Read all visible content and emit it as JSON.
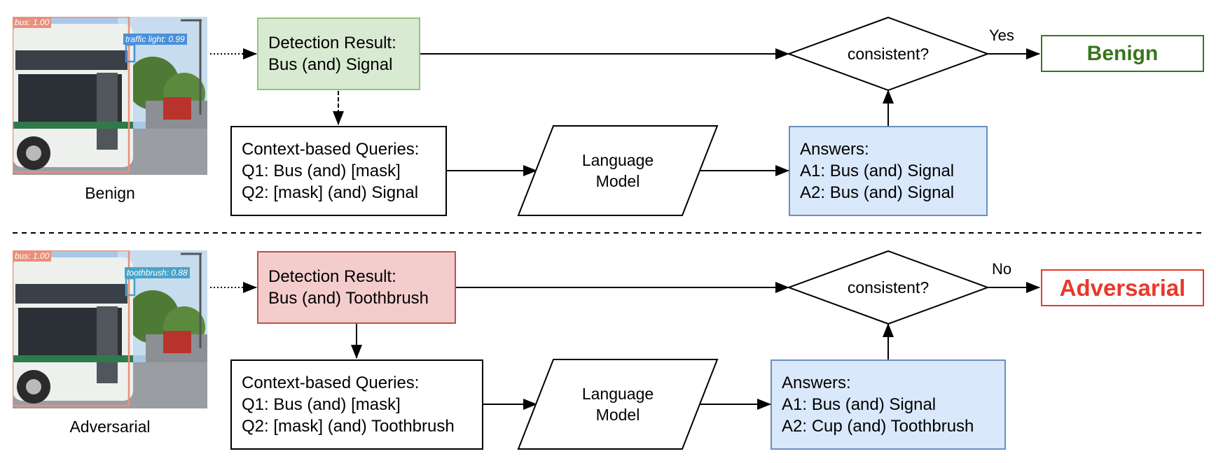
{
  "benign_row": {
    "image_caption": "Benign",
    "image_tags": {
      "bus": "bus: 1.00",
      "object": "traffic light: 0.99"
    },
    "detection": {
      "title": "Detection Result:",
      "text": "Bus (and) Signal"
    },
    "queries": {
      "title": "Context-based Queries:",
      "q1": "Q1: Bus (and) [mask]",
      "q2": "Q2: [mask] (and) Signal"
    },
    "language_model": {
      "line1": "Language",
      "line2": "Model"
    },
    "answers": {
      "title": "Answers:",
      "a1": "A1: Bus (and) Signal",
      "a2": "A2: Bus (and) Signal"
    },
    "decision": "consistent?",
    "edge_label": "Yes",
    "result": "Benign",
    "result_color": "#38761d"
  },
  "adversarial_row": {
    "image_caption": "Adversarial",
    "image_tags": {
      "bus": "bus: 1.00",
      "object": "toothbrush: 0.88"
    },
    "detection": {
      "title": "Detection Result:",
      "text": "Bus (and) Toothbrush"
    },
    "queries": {
      "title": "Context-based Queries:",
      "q1": "Q1: Bus (and) [mask]",
      "q2": "Q2: [mask] (and) Toothbrush"
    },
    "language_model": {
      "line1": "Language",
      "line2": "Model"
    },
    "answers": {
      "title": "Answers:",
      "a1": "A1: Bus (and) Signal",
      "a2": "A2: Cup (and) Toothbrush"
    },
    "decision": "consistent?",
    "edge_label": "No",
    "result": "Adversarial",
    "result_color": "#e8392b"
  }
}
